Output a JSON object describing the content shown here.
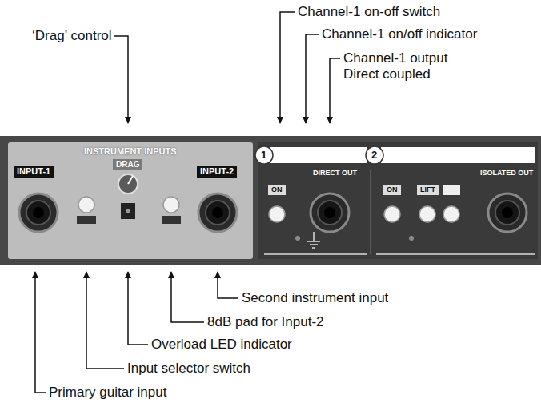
{
  "diagram": {
    "labels": [
      "‘Drag’ control",
      "Channel-1 on-off switch",
      "Channel-1 on/off indicator",
      "Channel-1 output Direct coupled",
      "Second instrument input",
      "8dB pad for Input-2",
      "Overload LED indicator",
      "Input selector switch",
      "Primary guitar input",
      "INSTRUMENT INPUTS",
      "INPUT-1",
      "DRAG",
      "INPUT-2",
      "1",
      "DIRECT OUT",
      "ON",
      "2",
      "ISOLATED OUT",
      "ON",
      "LIFT"
    ]
  }
}
